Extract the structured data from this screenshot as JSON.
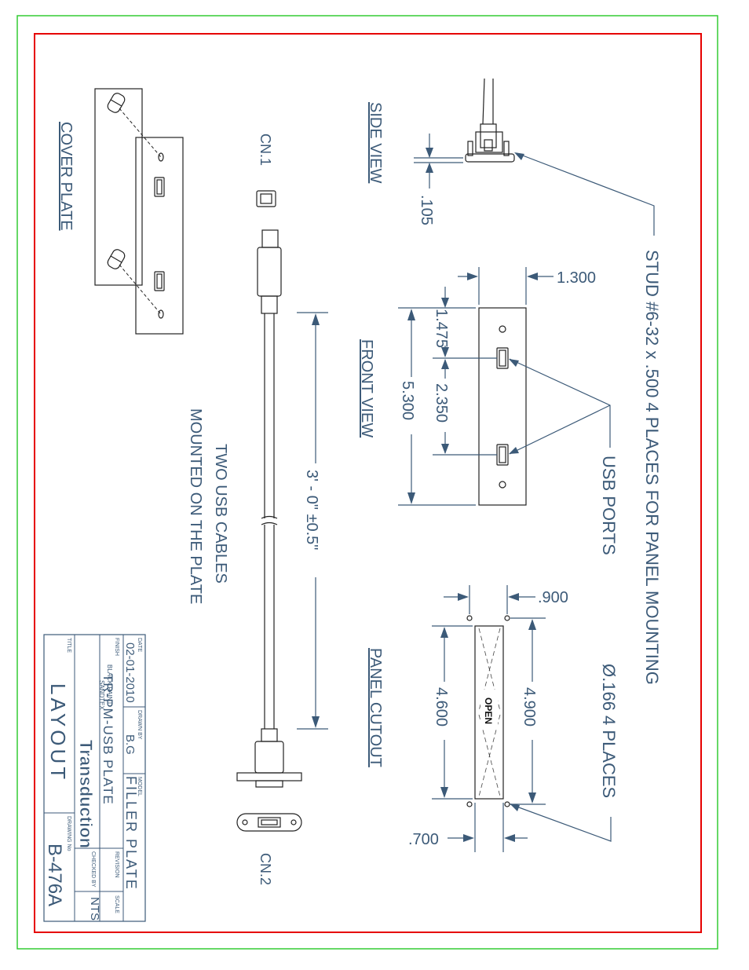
{
  "labels": {
    "cover_plate": "COVER PLATE",
    "side_view": "SIDE VIEW",
    "front_view": "FRONT VIEW",
    "panel_cutout": "PANEL CUTOUT",
    "cn1": "CN.1",
    "cn2": "CN.2",
    "cables_line1": "TWO USB CABLES",
    "cables_line2": "MOUNTED ON THE PLATE",
    "stud_note": "STUD #6-32 x .500 4 PLACES FOR PANEL MOUNTING",
    "usb_ports": "USB PORTS",
    "hole_note": "Ø.166 4 PLACES",
    "open": "OPEN"
  },
  "dimensions": {
    "d105": ".105",
    "d1300": "1.300",
    "d1475": "1.475",
    "d2350": "2.350",
    "d5300": "5.300",
    "cable_len": "3' - 0\" ±0.5\"",
    "d900": ".900",
    "d4600": "4.600",
    "d4900": "4.900",
    "d700": ".700"
  },
  "title_block": {
    "date_hdr": "DATE",
    "date": "02-01-2010",
    "drawn_hdr": "DRAWN BY",
    "drawn": "B.G",
    "model_hdr": "MODEL",
    "model": "FILLER PLATE",
    "part": "TR-PM-USB PLATE",
    "finish_hdr": "FINISH",
    "finish1": "SANDTEX",
    "finish2": "BLACK PAINT",
    "company": "Transduction",
    "revision_hdr": "REVISION",
    "checked_hdr": "CHECKED BY",
    "scale_hdr": "SCALE",
    "scale": "NTS",
    "title_hdr": "TITLE",
    "title": "LAYOUT",
    "drawing_hdr": "DRAWING No",
    "drawing_no": "B-476A"
  },
  "colors": {
    "outer_border": "#33cc33",
    "inner_border": "#e60000",
    "text": "#3c5a78"
  }
}
